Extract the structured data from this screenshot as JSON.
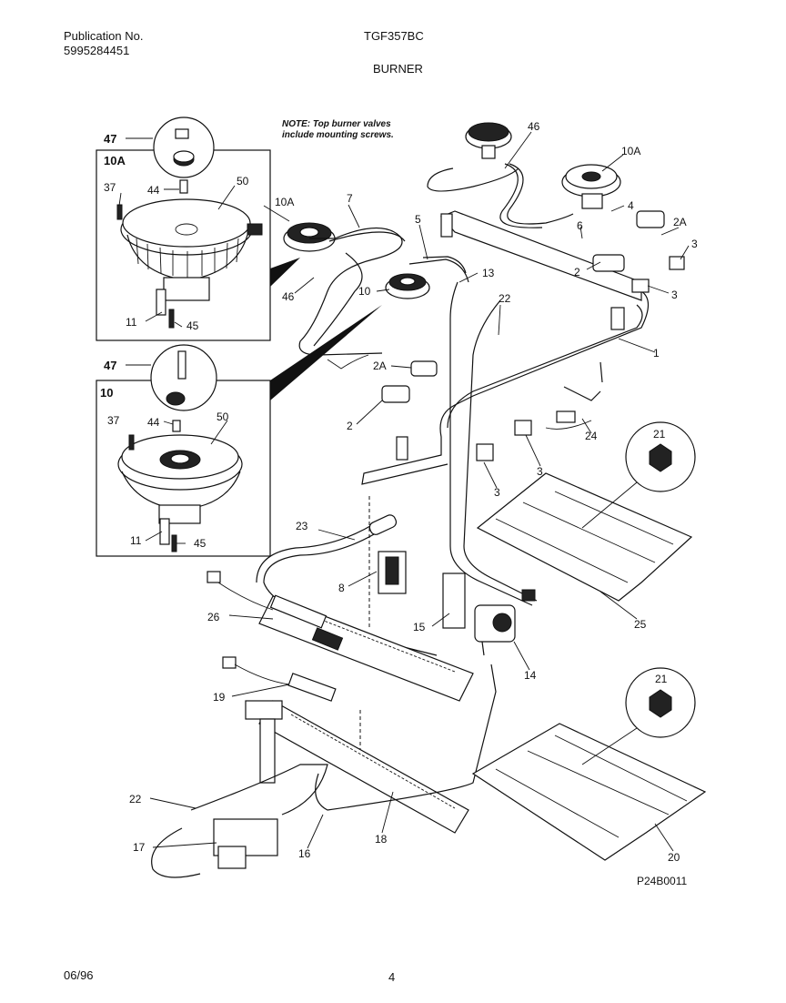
{
  "header": {
    "publication_label": "Publication No.",
    "publication_number": "5995284451",
    "model": "TGF357BC",
    "section": "BURNER"
  },
  "note": {
    "line1": "NOTE: Top burner valves",
    "line2": "include mounting screws."
  },
  "footer": {
    "date": "06/96",
    "page": "4",
    "diagram_code": "P24B0011"
  },
  "callouts": {
    "c47a": "47",
    "c10A_box": "10A",
    "c37a": "37",
    "c44a": "44",
    "c50a": "50",
    "c11a": "11",
    "c45a": "45",
    "c47b": "47",
    "c10_box": "10",
    "c37b": "37",
    "c44b": "44",
    "c50b": "50",
    "c11b": "11",
    "c45b": "45",
    "c10A_mid": "10A",
    "c7": "7",
    "c5": "5",
    "c46_mid": "46",
    "c10_mid": "10",
    "c13": "13",
    "c46_top": "46",
    "c10A_top": "10A",
    "c4": "4",
    "c6": "6",
    "c2A_r": "2A",
    "c3_r1": "3",
    "c2_r": "2",
    "c3_r2": "3",
    "c22_mid": "22",
    "c1": "1",
    "c2A_l": "2A",
    "c2_l": "2",
    "c3_m1": "3",
    "c3_m2": "3",
    "c24": "24",
    "c21a": "21",
    "c25": "25",
    "c23": "23",
    "c8": "8",
    "c26": "26",
    "c15": "15",
    "c14": "14",
    "c19": "19",
    "c21b": "21",
    "c22_low": "22",
    "c17": "17",
    "c16": "16",
    "c18": "18",
    "c20": "20"
  }
}
